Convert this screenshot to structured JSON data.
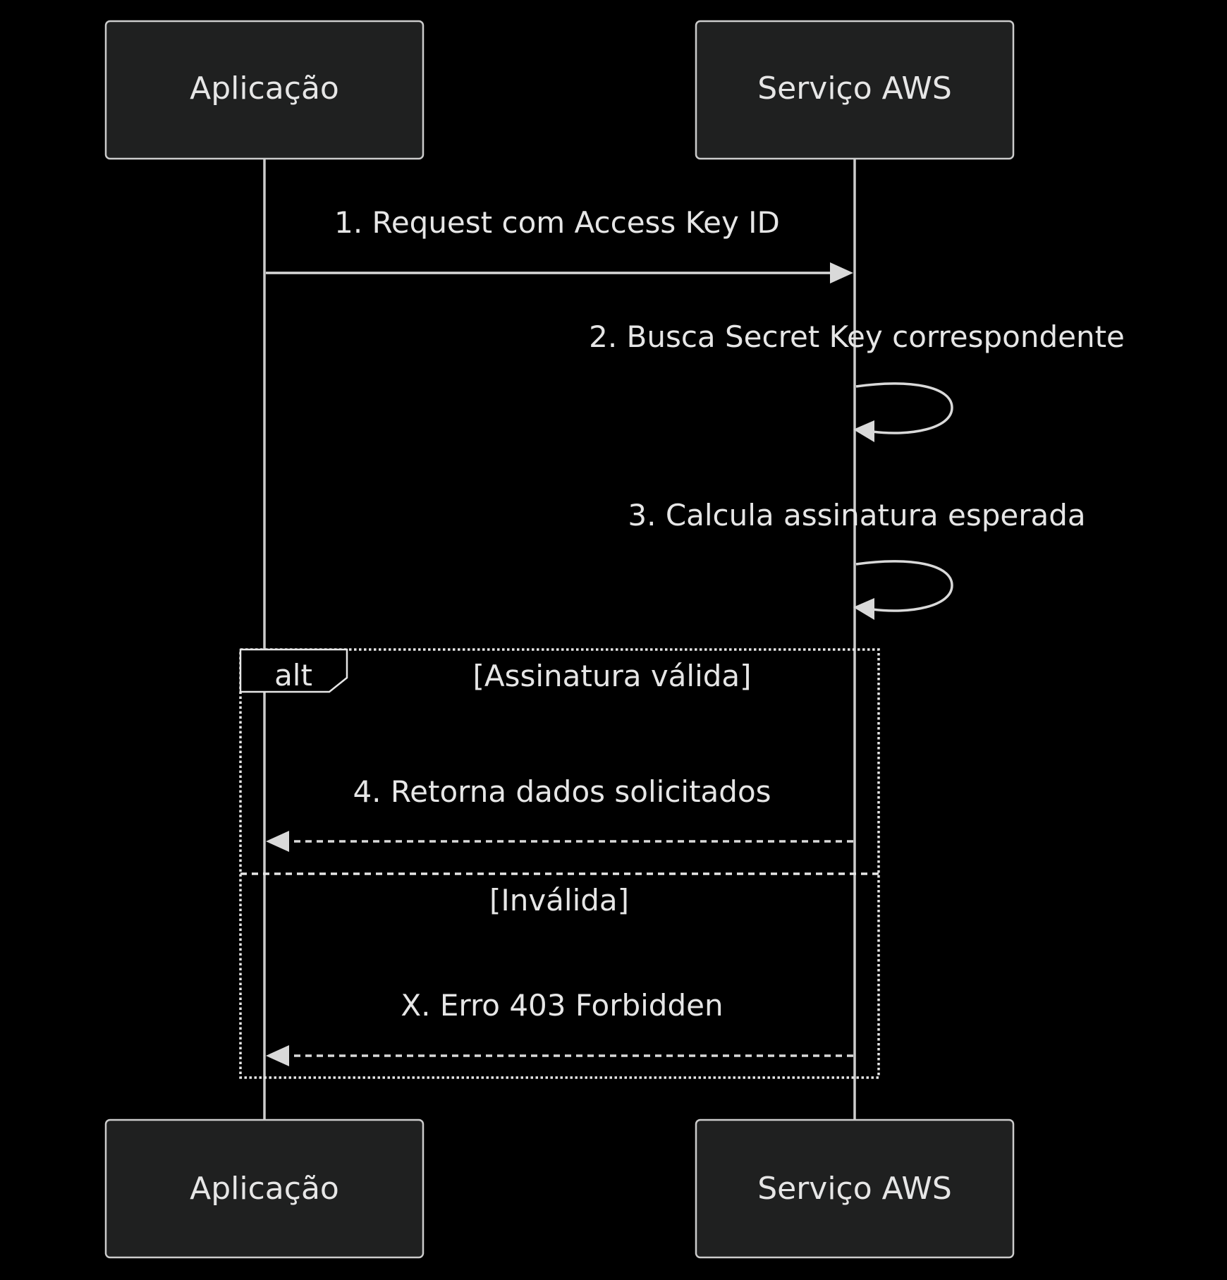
{
  "participants": {
    "app": "Aplicação",
    "aws": "Serviço AWS"
  },
  "messages": {
    "m1": "1. Request com Access Key ID",
    "m2": "2. Busca Secret Key correspondente",
    "m3": "3. Calcula assinatura esperada",
    "m4": "4. Retorna dados solicitados",
    "m5": "X. Erro 403 Forbidden"
  },
  "alt_block": {
    "keyword": "alt",
    "condition_valid": "[Assinatura válida]",
    "condition_invalid": "[Inválida]"
  },
  "colors": {
    "background": "#000000",
    "actor_fill": "#1f2020",
    "line": "#cccccc",
    "text": "#e6e6e6"
  }
}
